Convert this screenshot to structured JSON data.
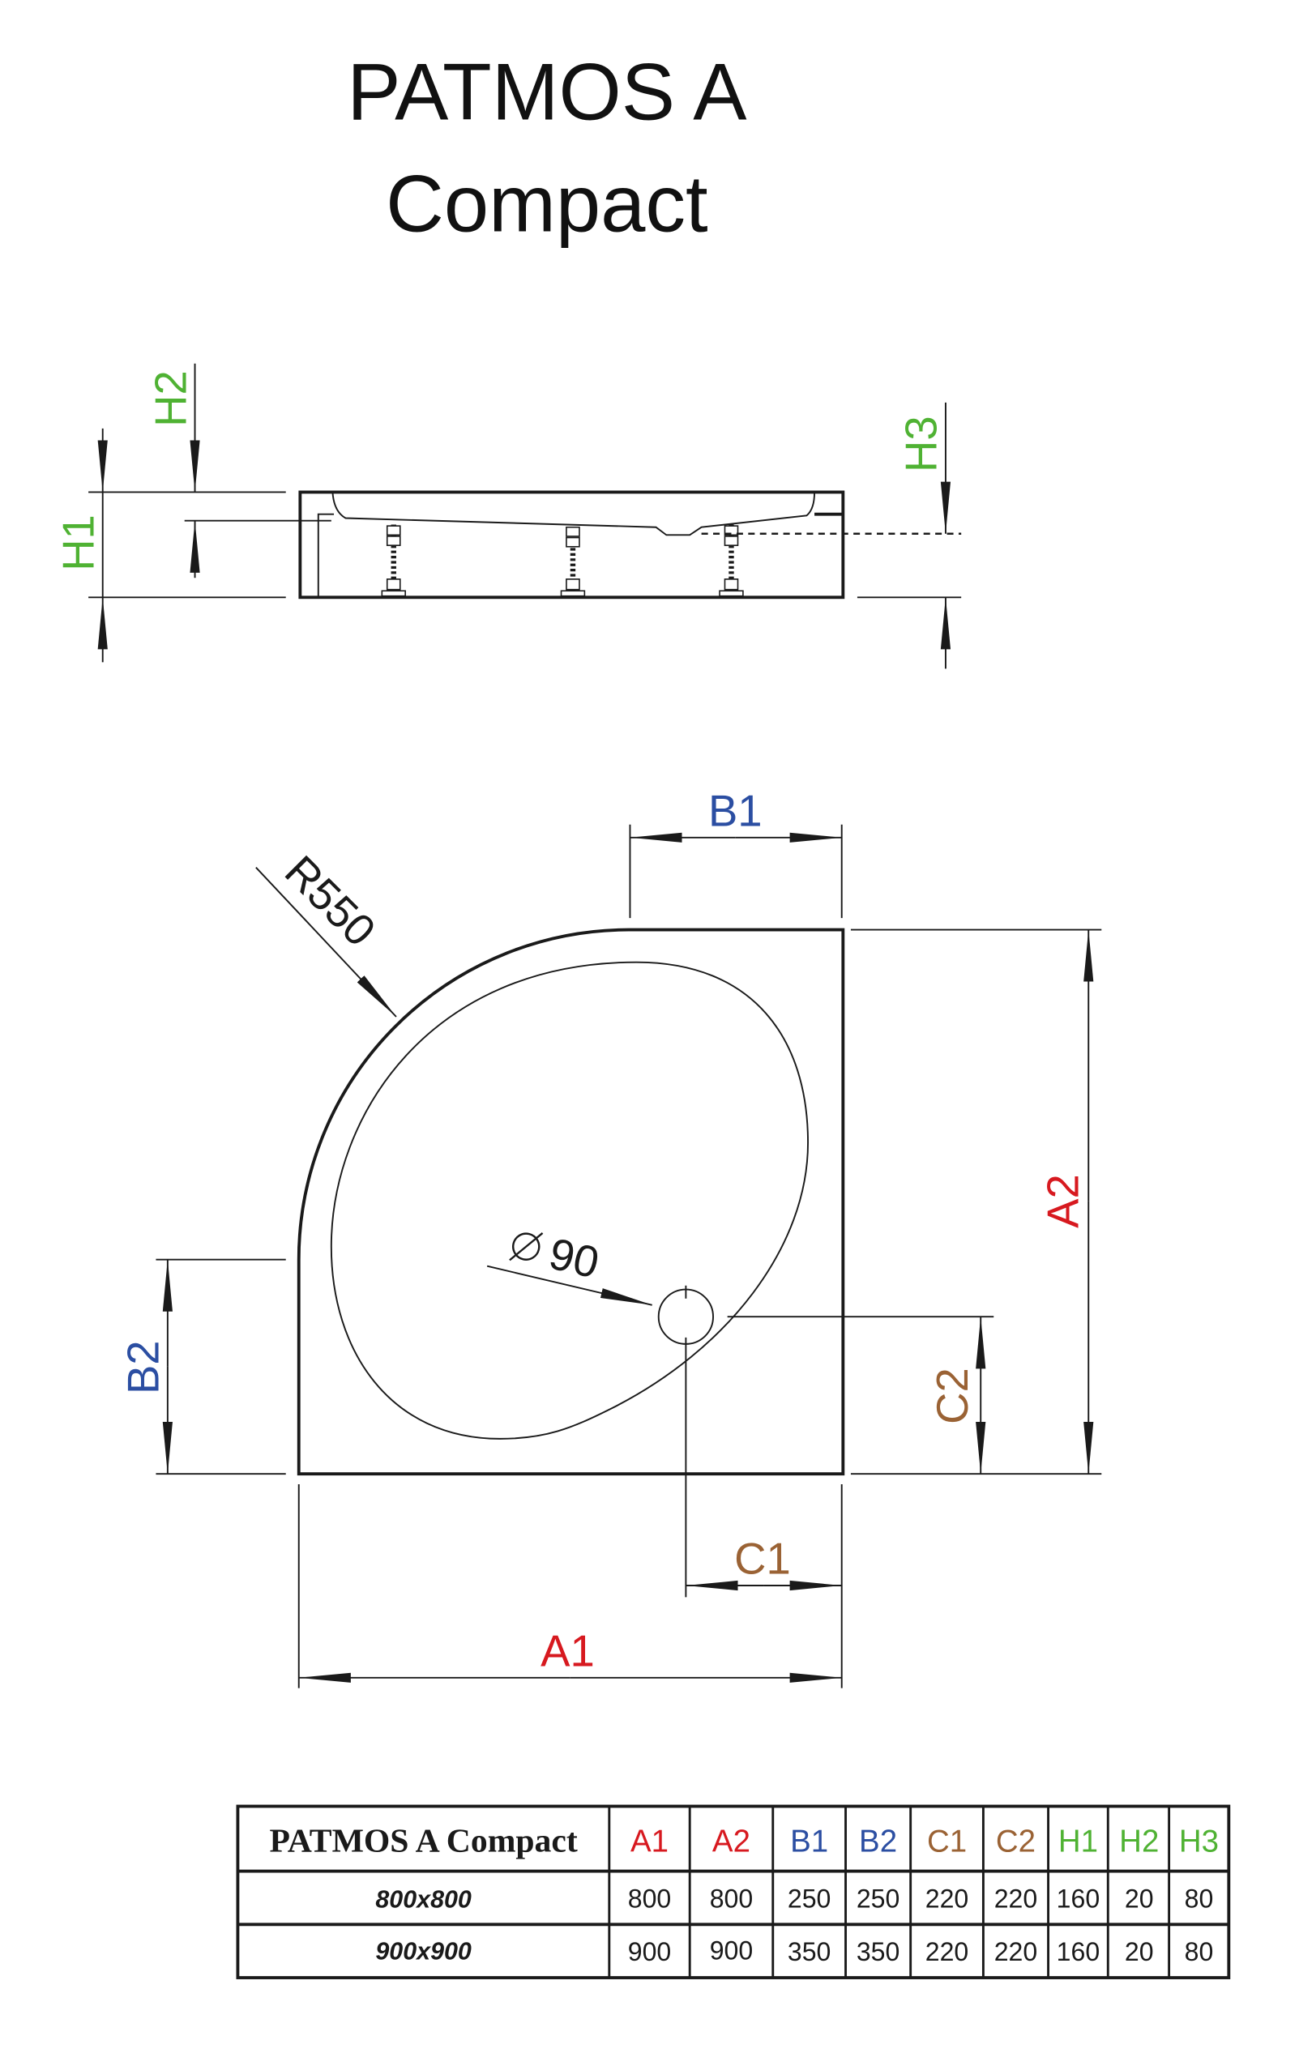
{
  "title": {
    "line1": "PATMOS A",
    "line2": "Compact"
  },
  "colors": {
    "A": "#d7191f",
    "B": "#2b4ea2",
    "C": "#9a6234",
    "H": "#4fb233"
  },
  "side_view": {
    "labels": {
      "H1": "H1",
      "H2": "H2",
      "H3": "H3"
    }
  },
  "plan_view": {
    "labels": {
      "A1": "A1",
      "A2": "A2",
      "B1": "B1",
      "B2": "B2",
      "C1": "C1",
      "C2": "C2"
    },
    "radius_label": "R550",
    "drain_label": "90"
  },
  "table": {
    "name": "PATMOS A Compact",
    "headers": [
      "A1",
      "A2",
      "B1",
      "B2",
      "C1",
      "C2",
      "H1",
      "H2",
      "H3"
    ],
    "rows": [
      {
        "size": "800x800",
        "values": [
          "800",
          "800",
          "250",
          "250",
          "220",
          "220",
          "160",
          "20",
          "80"
        ]
      },
      {
        "size": "900x900",
        "values": [
          "900",
          "900",
          "350",
          "350",
          "220",
          "220",
          "160",
          "20",
          "80"
        ]
      }
    ]
  }
}
